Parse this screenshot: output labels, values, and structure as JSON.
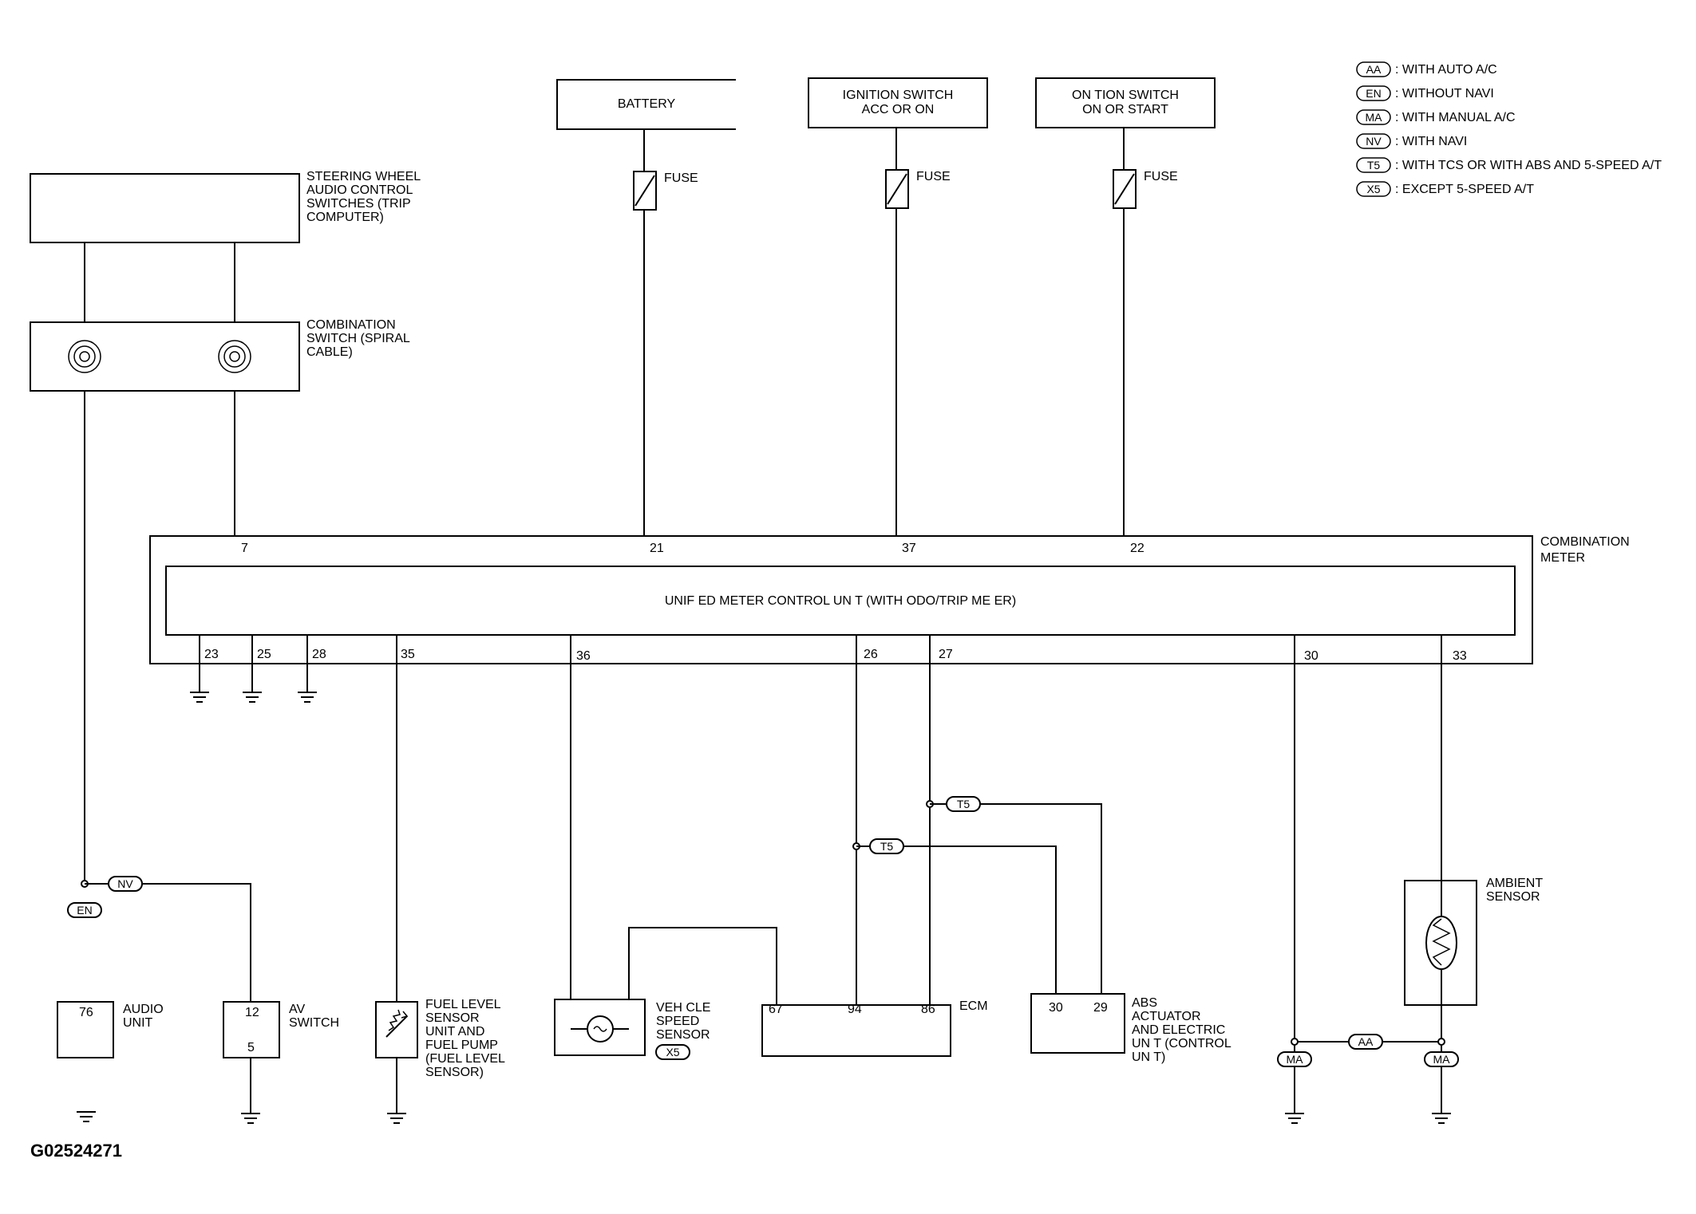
{
  "legend": [
    {
      "code": "AA",
      "text": ": WITH AUTO A/C"
    },
    {
      "code": "EN",
      "text": ": WITHOUT NAVI"
    },
    {
      "code": "MA",
      "text": ": WITH MANUAL A/C"
    },
    {
      "code": "NV",
      "text": ": WITH NAVI"
    },
    {
      "code": "T5",
      "text": ": WITH TCS OR WITH ABS AND 5-SPEED A/T"
    },
    {
      "code": "X5",
      "text": ": EXCEPT 5-SPEED A/T"
    }
  ],
  "power": {
    "battery": "BATTERY",
    "ign_acc": [
      "IGNITION SWITCH",
      "ACC OR ON"
    ],
    "ign_on": [
      "ON TION SWITCH",
      "ON OR START"
    ],
    "fuse": "FUSE"
  },
  "steering": [
    "STEERING WHEEL",
    "AUDIO CONTROL",
    "SWITCHES (TRIP",
    "COMPUTER)"
  ],
  "spiral": [
    "COMBINATION",
    "SWITCH (SPIRAL",
    "CABLE)"
  ],
  "meter": {
    "label": [
      "COMBINATION",
      "METER"
    ],
    "unit": "UNIF ED METER CONTROL UN T (WITH ODO/TRIP ME ER)",
    "top_pins": [
      "7",
      "21",
      "37",
      "22"
    ],
    "bottom_pins": [
      "23",
      "25",
      "28",
      "35",
      "36",
      "26",
      "27",
      "30",
      "33"
    ]
  },
  "audio": {
    "label": [
      "AUDIO",
      "UNIT"
    ],
    "pin": "76"
  },
  "av": {
    "label": [
      "AV",
      "SWITCH"
    ],
    "pins": [
      "12",
      "5"
    ]
  },
  "fuel": [
    "FUEL LEVEL",
    "SENSOR",
    "UNIT AND",
    "FUEL PUMP",
    "(FUEL LEVEL",
    "SENSOR)"
  ],
  "vss": {
    "label": [
      "VEH CLE",
      "SPEED",
      "SENSOR"
    ],
    "tag": "X5"
  },
  "ecm": {
    "label": "ECM",
    "pins": [
      "67",
      "94",
      "86"
    ]
  },
  "abs": {
    "label": [
      "ABS",
      "ACTUATOR",
      "AND ELECTRIC",
      "UN T (CONTROL",
      "UN T)"
    ],
    "pins": [
      "30",
      "29"
    ]
  },
  "ambient": [
    "AMBIENT",
    "SENSOR"
  ],
  "tags": {
    "nv": "NV",
    "en": "EN",
    "t5a": "T5",
    "t5b": "T5",
    "aa": "AA",
    "ma1": "MA",
    "ma2": "MA"
  },
  "code": "G02524271"
}
